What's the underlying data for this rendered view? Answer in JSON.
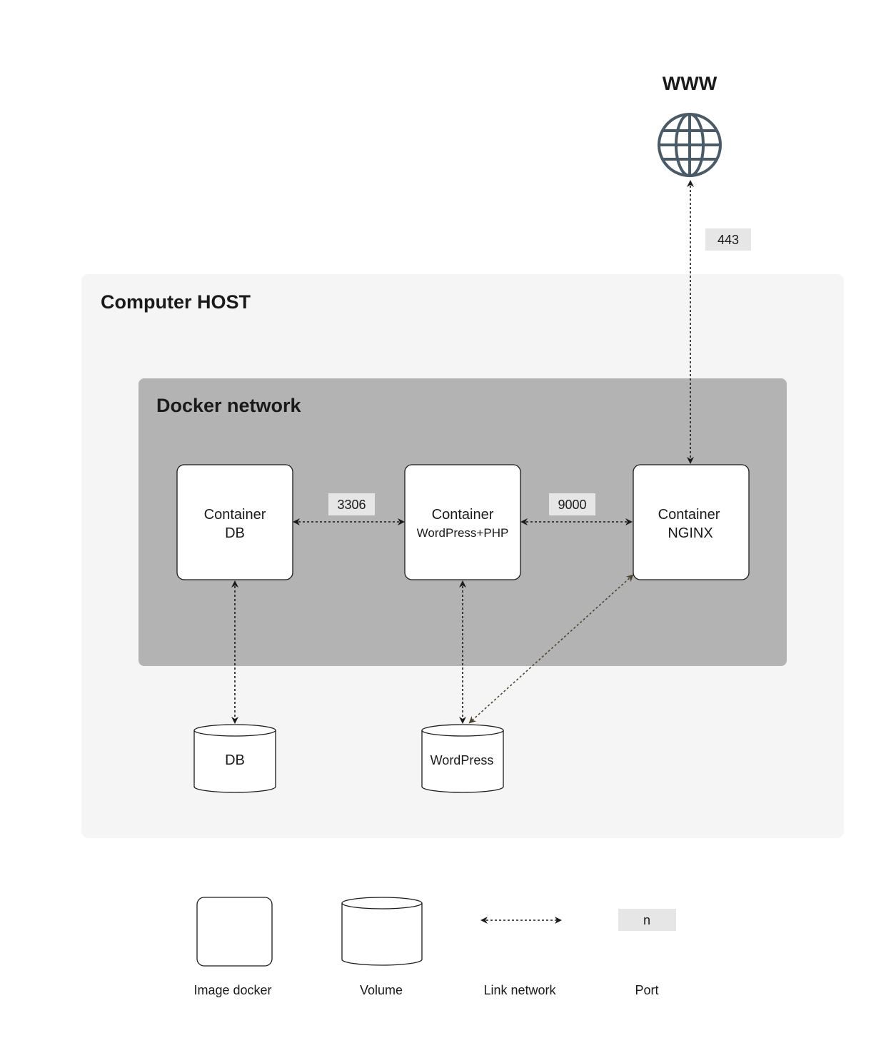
{
  "internet": {
    "label": "WWW"
  },
  "host": {
    "title": "Computer HOST"
  },
  "network": {
    "title": "Docker network"
  },
  "containers": {
    "db": {
      "line1": "Container",
      "line2": "DB"
    },
    "wp": {
      "line1": "Container",
      "line2": "WordPress+PHP"
    },
    "nginx": {
      "line1": "Container",
      "line2": "NGINX"
    }
  },
  "ports": {
    "db_wp": "3306",
    "wp_nginx": "9000",
    "www": "443"
  },
  "volumes": {
    "db": "DB",
    "wp": "WordPress"
  },
  "legend": {
    "image": "Image docker",
    "volume": "Volume",
    "link": "Link network",
    "port_label": "Port",
    "port_symbol": "n"
  },
  "colors": {
    "host_bg": "#f5f5f5",
    "network_bg": "#b3b3b3",
    "port_bg": "#e6e6e6",
    "globe": "#4a5a66",
    "link": "#1a1a1a",
    "link_alt": "#4a4530"
  }
}
